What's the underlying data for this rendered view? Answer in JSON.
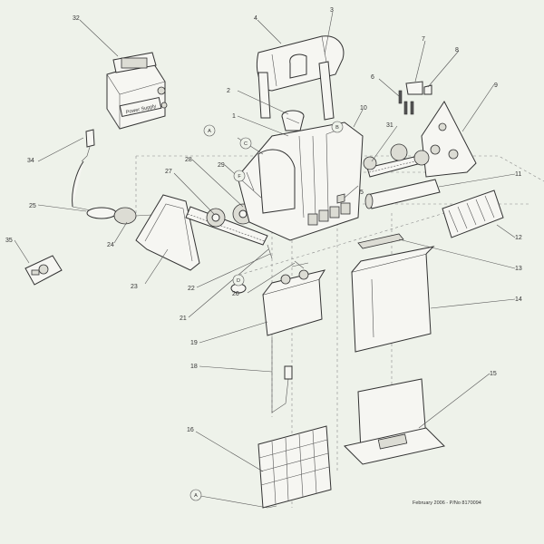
{
  "callouts": [
    {
      "num": "1"
    },
    {
      "num": "2"
    },
    {
      "num": "3"
    },
    {
      "num": "4"
    },
    {
      "num": "5"
    },
    {
      "num": "6"
    },
    {
      "num": "7"
    },
    {
      "num": "8"
    },
    {
      "num": "9"
    },
    {
      "num": "10"
    },
    {
      "num": "11"
    },
    {
      "num": "12"
    },
    {
      "num": "13"
    },
    {
      "num": "14"
    },
    {
      "num": "15"
    },
    {
      "num": "16"
    },
    {
      "num": "18"
    },
    {
      "num": "19"
    },
    {
      "num": "20"
    },
    {
      "num": "21"
    },
    {
      "num": "22"
    },
    {
      "num": "23"
    },
    {
      "num": "24"
    },
    {
      "num": "25"
    },
    {
      "num": "27"
    },
    {
      "num": "28"
    },
    {
      "num": "29"
    },
    {
      "num": "31"
    },
    {
      "num": "32"
    },
    {
      "num": "34"
    },
    {
      "num": "35"
    }
  ],
  "circled_letters": {
    "a": "A",
    "b": "B",
    "c": "C",
    "d": "D",
    "f": "F"
  },
  "power_supply_label": "Power Supply",
  "footer": "February 2006 - P/No 8170094"
}
